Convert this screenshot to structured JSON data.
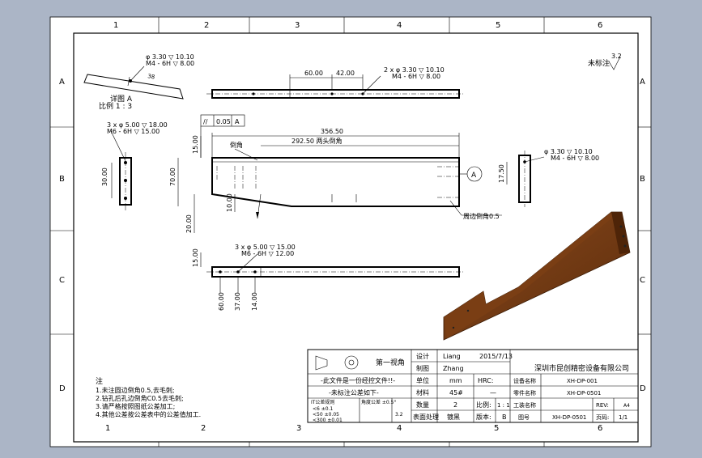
{
  "border": {
    "top_zones": [
      "1",
      "2",
      "3",
      "4",
      "5",
      "6"
    ],
    "bottom_zones": [
      "1",
      "2",
      "3",
      "4",
      "5",
      "6"
    ],
    "left_zones": [
      "A",
      "B",
      "C",
      "D"
    ],
    "right_zones": [
      "A",
      "B",
      "C",
      "D"
    ]
  },
  "surface_note": {
    "label": "未标注",
    "value": "3.2"
  },
  "detail_view": {
    "label": "详图 A",
    "scale": "比例 1 : 3",
    "dim1": "38"
  },
  "callouts": {
    "c1_top": "φ 3.30 ▽ 10.10",
    "c1_bot": "M4 - 6H ▽ 8.00",
    "c2_top": "2 x φ 3.30 ▽ 10.10",
    "c2_bot": "M4 - 6H ▽ 8.00",
    "c3_top": "3 x φ 5.00 ▽ 18.00",
    "c3_bot": "M6 - 6H ▽ 15.00",
    "c4_top": "φ 3.30 ▽ 10.10",
    "c4_bot": "M4 - 6H ▽ 8.00",
    "c5_top": "3 x φ 5.00 ▽ 15.00",
    "c5_bot": "M6 - 6H ▽ 12.00"
  },
  "dims": {
    "top_60": "60.00",
    "top_42": "42.00",
    "fcf_sym": "//",
    "fcf_tol": "0.05",
    "fcf_ref": "A",
    "len_total": "356.50",
    "len_inner": "292.50 两头倒角",
    "chamfer_label": "倒角",
    "h15": "15.00",
    "h70": "70.00",
    "h10": "10.00",
    "h20": "20.00",
    "side_h30": "30.00",
    "right_h175": "17.50",
    "bottom_h15": "15.00",
    "b60": "60.00",
    "b37": "37.00",
    "b14": "14.00",
    "chamfer_note": "周边倒角0.5",
    "datum_A": "A"
  },
  "notes": {
    "title": "注",
    "items": [
      "1.未注圆边倒角0.5,去毛刺;",
      "2.钻孔后孔边倒角C0.5去毛刺;",
      "3.请严格按照图纸公差加工;",
      "4.其他公差按公差表中的公差值加工."
    ]
  },
  "title_block": {
    "projection": "第一视角",
    "warn1": "-此文件是一份经控文件!!-",
    "warn2": "-未标注公差如下-",
    "tol_h1": "IT公差规则",
    "tol_h2": "角度公差 ±0.5°",
    "tol_r1": "<6   ±0.1",
    "tol_r2": "<50  ±0.05",
    "tol_r3": "<300 ±0.01",
    "tol_r4": "3.2",
    "design_lbl": "设计",
    "design_val": "Liang",
    "design_date": "2015/7/13",
    "check_lbl": "制图",
    "check_val": "Zhang",
    "unit_lbl": "单位",
    "unit_val": "mm",
    "hrc_lbl": "HRC:",
    "hrc_val": "—",
    "material_lbl": "材料",
    "material_val": "45#",
    "qty_lbl": "数量",
    "qty_val": "2",
    "scale_lbl": "比例:",
    "scale_val": "1 : 1",
    "surface_lbl": "表面处理",
    "surface_val": "镀黑",
    "version_lbl": "版本:",
    "version_val": "B",
    "company": "深圳市昆创精密设备有限公司",
    "equip_lbl": "设备名称",
    "equip_val": "XH-DP-001",
    "part_lbl": "零件名称",
    "part_val": "XH-DP-0501",
    "proc_lbl": "工装名称",
    "drawno_lbl": "图号",
    "drawno_val": "XH-DP-0501",
    "rev_lbl": "REV:",
    "rev_val": "A4",
    "page_lbl": "页码:",
    "page_val": "1/1"
  }
}
